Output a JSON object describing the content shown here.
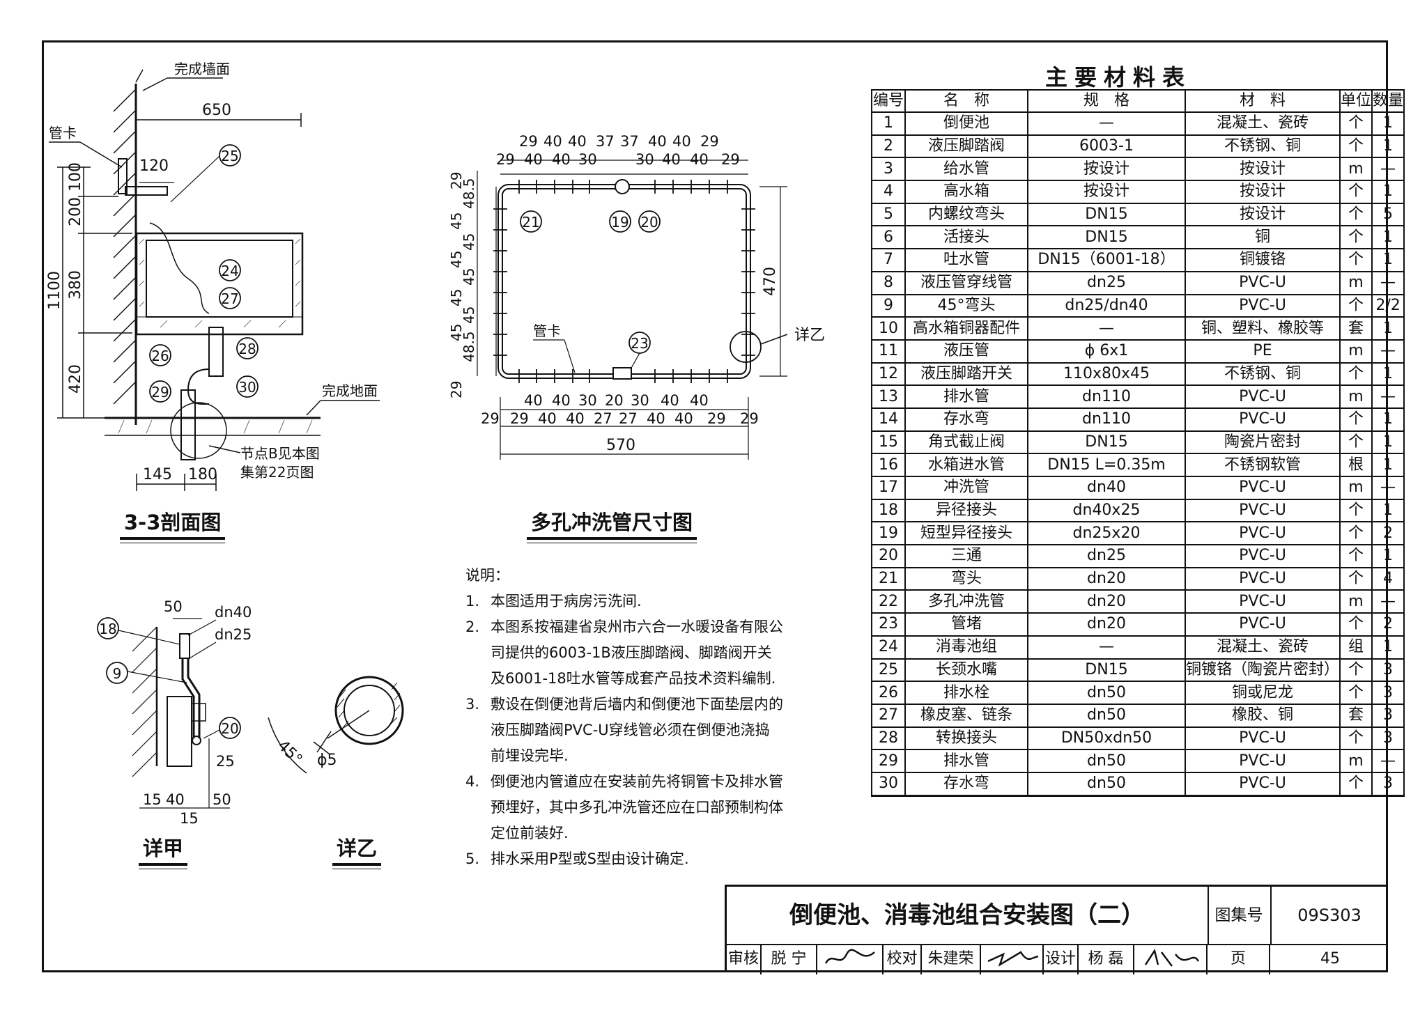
{
  "captions": {
    "section_33": "3-3剖面图",
    "pipe_dims": "多孔冲洗管尺寸图",
    "detail_a": "详甲",
    "detail_b": "详乙"
  },
  "section_labels": {
    "wall_finish": "完成墙面",
    "floor_finish": "完成地面",
    "pipe_clamp": "管卡",
    "node_note_1": "节点B见本图",
    "node_note_2": "集第22页图",
    "dim_650": "650",
    "dim_120": "120",
    "dim_100": "100",
    "dim_200": "200",
    "dim_380": "380",
    "dim_420": "420",
    "dim_1100": "1100",
    "dim_145": "145",
    "dim_180": "180",
    "callouts": [
      "25",
      "24",
      "27",
      "26",
      "28",
      "29",
      "30"
    ]
  },
  "pipe_plan_labels": {
    "top_row1": [
      "29",
      "40",
      "40",
      "37",
      "37",
      "40",
      "40",
      "29"
    ],
    "top_row2": [
      "29",
      "40",
      "40",
      "30",
      "30",
      "40",
      "40",
      "29"
    ],
    "bottom_row1": [
      "40",
      "40",
      "30",
      "20",
      "30",
      "40",
      "40"
    ],
    "bottom_row2": [
      "29",
      "29",
      "40",
      "40",
      "27",
      "27",
      "40",
      "40",
      "29",
      "29"
    ],
    "left_dims": [
      "29",
      "48.5",
      "45",
      "45",
      "45",
      "45",
      "45",
      "45",
      "45",
      "48.5",
      "29"
    ],
    "dim_570": "570",
    "dim_470": "470",
    "pipe_clamp": "管卡",
    "detail_b_ref": "详乙",
    "callouts": [
      "21",
      "19",
      "20",
      "23"
    ]
  },
  "detail_a_labels": {
    "dim_50_top": "50",
    "dn40": "dn40",
    "dn25": "dn25",
    "dim_25": "25",
    "dim_15": "15",
    "dim_40": "40",
    "dim_50_bottom": "50",
    "dim_15_bottom": "15",
    "callouts": [
      "18",
      "9",
      "20"
    ]
  },
  "detail_b_labels": {
    "angle": "45°",
    "diameter": "ϕ5"
  },
  "materials": {
    "title": "主要材料表",
    "headers": [
      "编号",
      "名　称",
      "规　格",
      "材　料",
      "单位",
      "数量"
    ],
    "rows": [
      [
        "1",
        "倒便池",
        "—",
        "混凝土、瓷砖",
        "个",
        "1"
      ],
      [
        "2",
        "液压脚踏阀",
        "6003-1",
        "不锈钢、铜",
        "个",
        "1"
      ],
      [
        "3",
        "给水管",
        "按设计",
        "按设计",
        "m",
        "—"
      ],
      [
        "4",
        "高水箱",
        "按设计",
        "按设计",
        "个",
        "1"
      ],
      [
        "5",
        "内螺纹弯头",
        "DN15",
        "按设计",
        "个",
        "5"
      ],
      [
        "6",
        "活接头",
        "DN15",
        "铜",
        "个",
        "1"
      ],
      [
        "7",
        "吐水管",
        "DN15（6001-18）",
        "铜镀铬",
        "个",
        "1"
      ],
      [
        "8",
        "液压管穿线管",
        "dn25",
        "PVC-U",
        "m",
        "—"
      ],
      [
        "9",
        "45°弯头",
        "dn25/dn40",
        "PVC-U",
        "个",
        "2/2"
      ],
      [
        "10",
        "高水箱铜器配件",
        "—",
        "铜、塑料、橡胶等",
        "套",
        "1"
      ],
      [
        "11",
        "液压管",
        "ϕ 6x1",
        "PE",
        "m",
        "—"
      ],
      [
        "12",
        "液压脚踏开关",
        "110x80x45",
        "不锈钢、铜",
        "个",
        "1"
      ],
      [
        "13",
        "排水管",
        "dn110",
        "PVC-U",
        "m",
        "—"
      ],
      [
        "14",
        "存水弯",
        "dn110",
        "PVC-U",
        "个",
        "1"
      ],
      [
        "15",
        "角式截止阀",
        "DN15",
        "陶瓷片密封",
        "个",
        "1"
      ],
      [
        "16",
        "水箱进水管",
        "DN15 L=0.35m",
        "不锈钢软管",
        "根",
        "1"
      ],
      [
        "17",
        "冲洗管",
        "dn40",
        "PVC-U",
        "m",
        "—"
      ],
      [
        "18",
        "异径接头",
        "dn40x25",
        "PVC-U",
        "个",
        "1"
      ],
      [
        "19",
        "短型异径接头",
        "dn25x20",
        "PVC-U",
        "个",
        "2"
      ],
      [
        "20",
        "三通",
        "dn25",
        "PVC-U",
        "个",
        "1"
      ],
      [
        "21",
        "弯头",
        "dn20",
        "PVC-U",
        "个",
        "4"
      ],
      [
        "22",
        "多孔冲洗管",
        "dn20",
        "PVC-U",
        "m",
        "—"
      ],
      [
        "23",
        "管堵",
        "dn20",
        "PVC-U",
        "个",
        "2"
      ],
      [
        "24",
        "消毒池组",
        "—",
        "混凝土、瓷砖",
        "组",
        "1"
      ],
      [
        "25",
        "长颈水嘴",
        "DN15",
        "铜镀铬（陶瓷片密封）",
        "个",
        "3"
      ],
      [
        "26",
        "排水栓",
        "dn50",
        "铜或尼龙",
        "个",
        "3"
      ],
      [
        "27",
        "橡皮塞、链条",
        "dn50",
        "橡胶、铜",
        "套",
        "3"
      ],
      [
        "28",
        "转换接头",
        "DN50xdn50",
        "PVC-U",
        "个",
        "3"
      ],
      [
        "29",
        "排水管",
        "dn50",
        "PVC-U",
        "m",
        "—"
      ],
      [
        "30",
        "存水弯",
        "dn50",
        "PVC-U",
        "个",
        "3"
      ]
    ]
  },
  "notes": {
    "heading": "说明：",
    "items": [
      {
        "n": "1.",
        "text": "本图适用于病房污洗间."
      },
      {
        "n": "2.",
        "text": "本图系按福建省泉州市六合一水暖设备有限公司提供的6003-1B液压脚踏阀、脚踏阀开关及6001-18吐水管等成套产品技术资料编制."
      },
      {
        "n": "3.",
        "text": "敷设在倒便池背后墙内和倒便池下面垫层内的液压脚踏阀PVC-U穿线管必须在倒便池浇捣前埋设完毕."
      },
      {
        "n": "4.",
        "text": "倒便池内管道应在安装前先将铜管卡及排水管预埋好，其中多孔冲洗管还应在口部预制构体定位前装好."
      },
      {
        "n": "5.",
        "text": "排水采用P型或S型由设计确定."
      }
    ]
  },
  "title_block": {
    "title": "倒便池、消毒池组合安装图（二）",
    "atlas_label": "图集号",
    "atlas_no": "09S303",
    "review_label": "审核",
    "reviewer": "脱 宁",
    "check_label": "校对",
    "checker": "朱建荣",
    "design_label": "设计",
    "designer": "杨 磊",
    "page_label": "页",
    "page_no": "45"
  }
}
